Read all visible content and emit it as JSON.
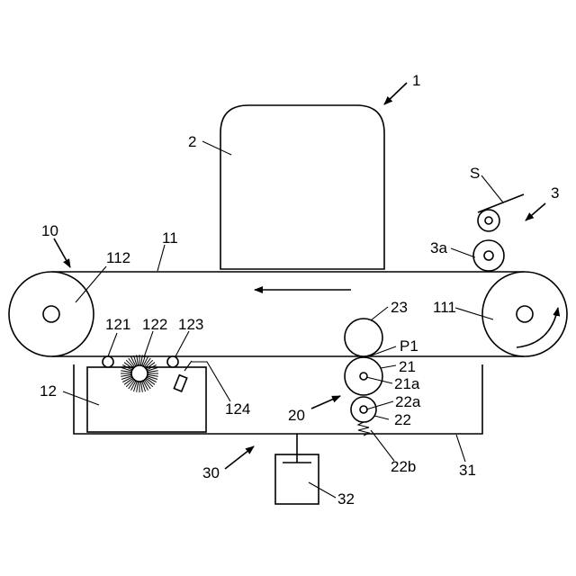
{
  "labels": {
    "device": "1",
    "printer_head": "2",
    "feeder": "3",
    "feed_roller": "3a",
    "sheet": "S",
    "conveyor": "10",
    "belt": "11",
    "drive_roller": "111",
    "idle_roller": "112",
    "cleaning_unit": "12",
    "roller_121": "121",
    "brush": "122",
    "roller_123": "123",
    "blade": "124",
    "transfer_unit": "20",
    "transfer_roller": "21",
    "transfer_roller_shaft": "21a",
    "backup_roller": "22",
    "backup_roller_shaft": "22a",
    "spring": "22b",
    "upper_roller": "23",
    "nip": "P1",
    "tray_unit": "30",
    "tray": "31",
    "container": "32"
  },
  "icons": {
    "direction_arrow": "left-arrow-icon",
    "rotation_arrow": "clockwise-arrow-icon"
  },
  "colors": {
    "line": "#000000",
    "background": "#ffffff"
  }
}
